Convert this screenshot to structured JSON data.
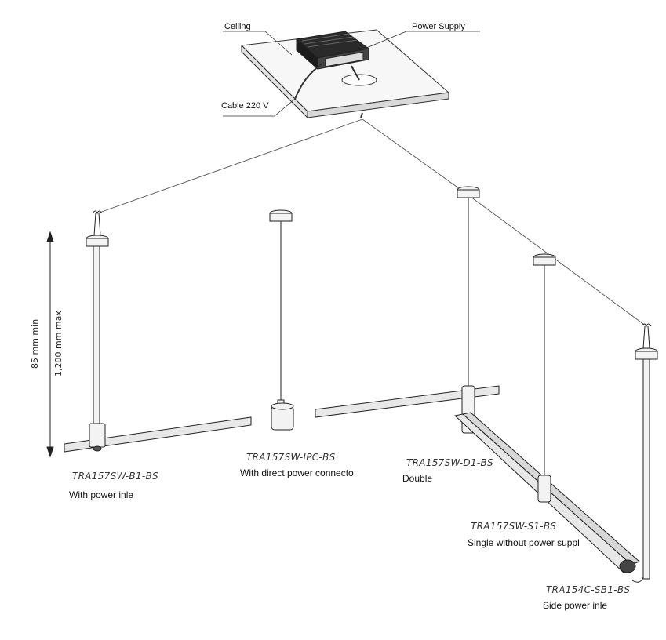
{
  "callouts": {
    "ceiling": "Ceiling",
    "power_supply": "Power Supply",
    "cable": "Cable 220 V"
  },
  "dimensions": {
    "min": "85 mm min",
    "max": "1,200 mm max"
  },
  "products": [
    {
      "sku": "TRA157SW-B1-BS",
      "description": "With power inle"
    },
    {
      "sku": "TRA157SW-IPC-BS",
      "description": "With direct power connecto"
    },
    {
      "sku": "TRA157SW-D1-BS",
      "description": "Double"
    },
    {
      "sku": "TRA157SW-S1-BS",
      "description": "Single without power suppl"
    },
    {
      "sku": "TRA154C-SB1-BS",
      "description": "Side power inle"
    }
  ]
}
